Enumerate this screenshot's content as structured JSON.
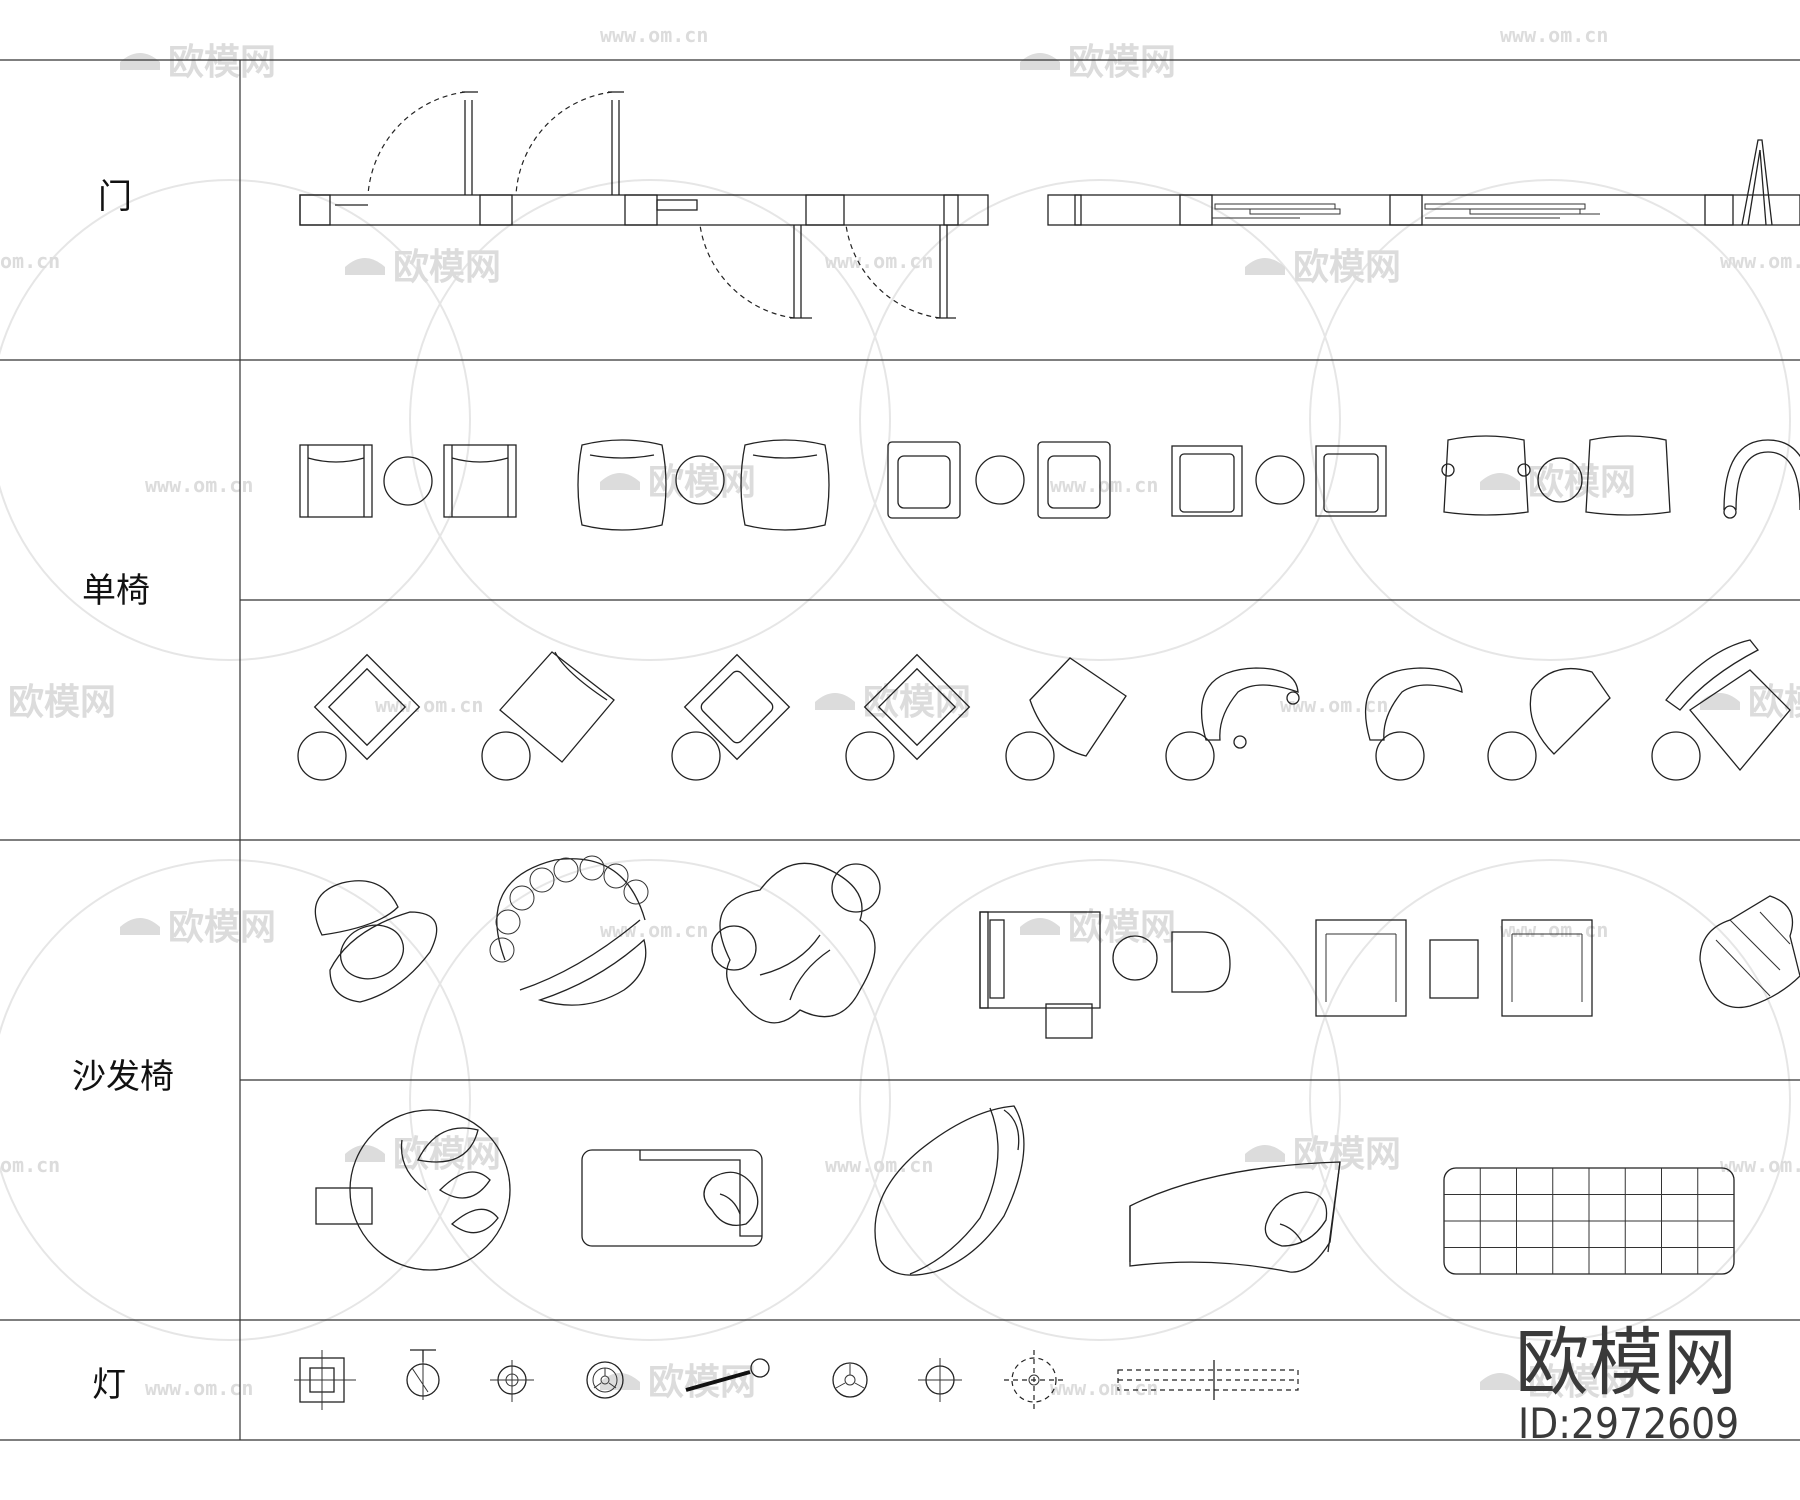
{
  "categories": [
    {
      "id": "door",
      "label": "门"
    },
    {
      "id": "chair",
      "label": "单椅"
    },
    {
      "id": "sofa-chair",
      "label": "沙发椅"
    },
    {
      "id": "lamp",
      "label": "灯"
    }
  ],
  "watermark": {
    "brand": "欧模网",
    "url": "www.om.cn",
    "url_short": "om.cn"
  },
  "brand_block": {
    "name": "欧模网",
    "id_text": "ID:2972609"
  }
}
